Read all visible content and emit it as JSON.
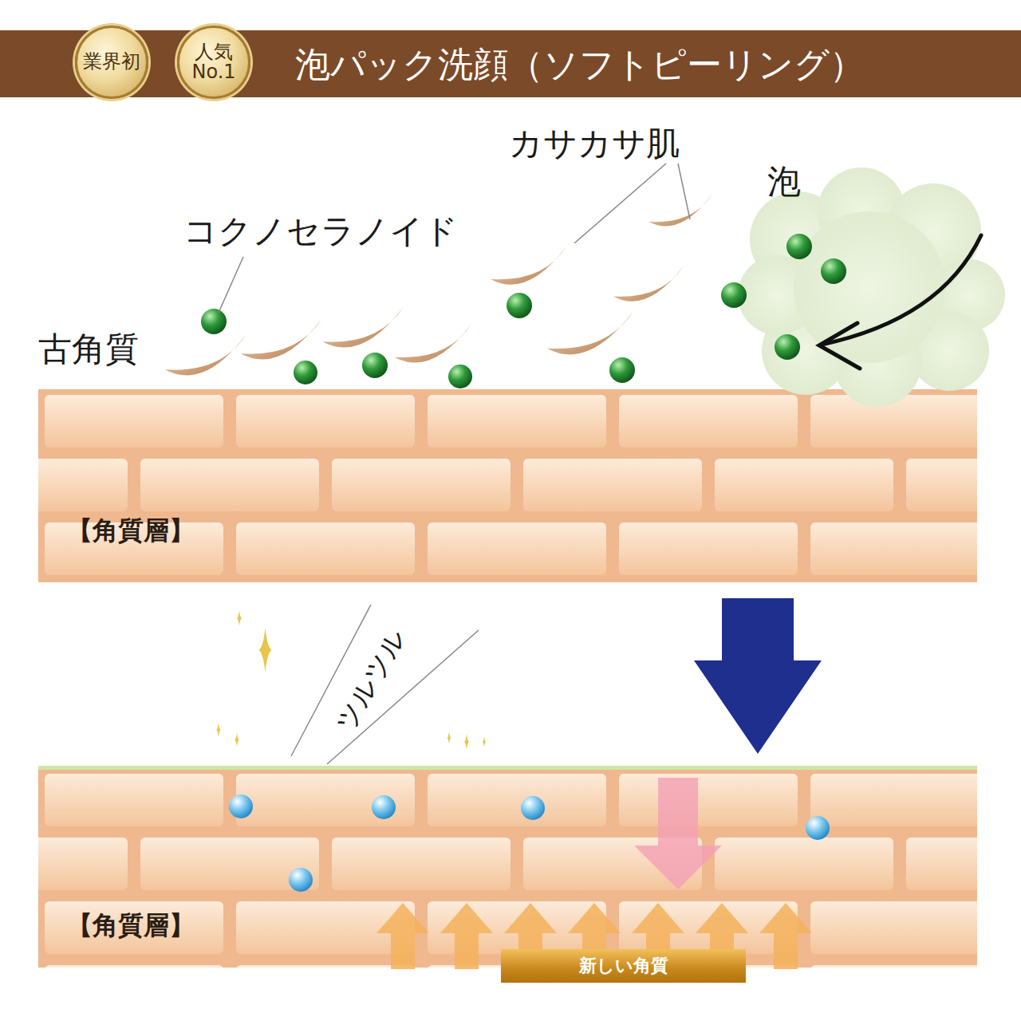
{
  "diagram": {
    "title": "泡パック洗顔（ソフトピーリング）",
    "nodes": [
      {
        "text": [
          "業界初"
        ]
      },
      {
        "text": [
          "人気 No.1"
        ]
      },
      {
        "text": [
          "【角質層】"
        ]
      },
      {
        "text": [
          "【角質層】"
        ]
      },
      {
        "text": [
          "新しい角質"
        ],
        "in": 3
      }
    ],
    "edges": [
      {
        "from": 2,
        "to": 3,
        "arrow": "to"
      }
    ],
    "labels": [
      "コクノセラノイド",
      "カサカサ肌",
      "泡",
      "古角質",
      "ツルツル"
    ]
  }
}
